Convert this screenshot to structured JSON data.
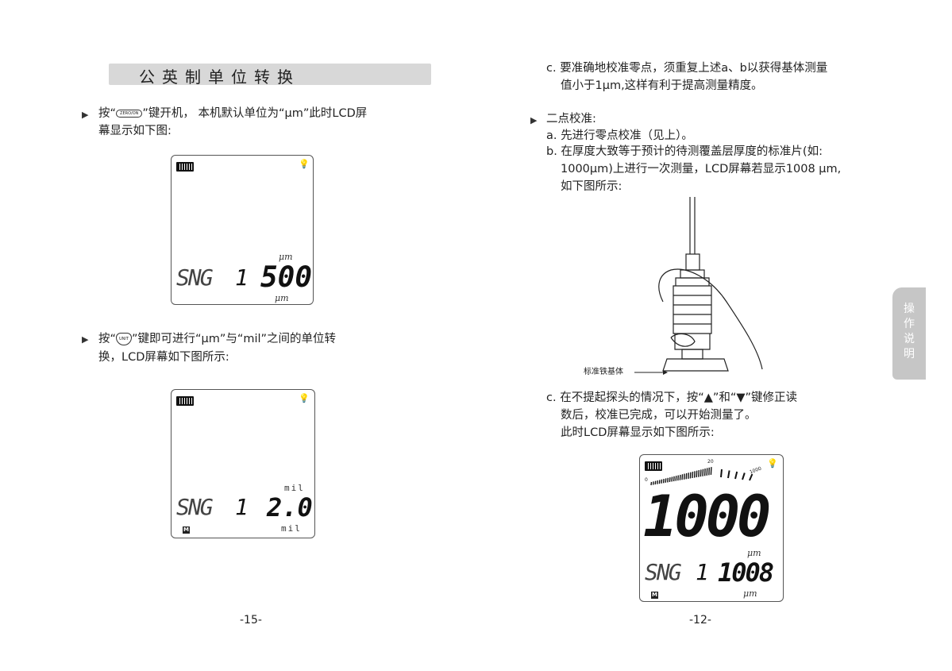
{
  "left_page": {
    "title": "公英制单位转换",
    "bullet1": {
      "line1_pre": "按“",
      "key": "ZERO/ON",
      "line1_post": "”键开机， 本机默认单位为“μm”此时LCD屏",
      "line2": "幕显示如下图:"
    },
    "lcd1": {
      "mode": "SNG",
      "index": "1",
      "value": "500",
      "unit_top": "μm",
      "unit_bottom": "μm"
    },
    "bullet2": {
      "line1_pre": "按“",
      "key": "UNIT",
      "line1_post": "”键即可进行“μm”与“mil”之间的单位转",
      "line2": "换，LCD屏幕如下图所示:"
    },
    "lcd2": {
      "mode": "SNG",
      "index": "1",
      "value": "2.0",
      "unit_top": "mil",
      "unit_bottom": "mil",
      "memory": "M"
    },
    "page_number": "-15-"
  },
  "right_page": {
    "c1": {
      "line1": "c. 要准确地校准零点，须重复上述a、b以获得基体测量",
      "line2": "值小于1μm,这样有利于提高测量精度。"
    },
    "section": "二点校准:",
    "a": "a. 先进行零点校准（见上）。",
    "b": {
      "line1": "b. 在厚度大致等于预计的待测覆盖层厚度的标准片(如:",
      "line2": "1000μm)上进行一次测量，LCD屏幕若显示1008 μm,",
      "line3": "如下图所示:"
    },
    "figure_label": "标准铁基体",
    "c2": {
      "line1": "c. 在不提起探头的情况下，按“▲”和“▼”键修正读",
      "line2": "数后，校准已完成，可以开始测量了。",
      "line3": "此时LCD屏幕显示如下图所示:"
    },
    "lcd3": {
      "scale_min": "0",
      "scale_mid": "20",
      "scale_max": "1000",
      "big_value": "1000",
      "unit_mid": "μm",
      "mode": "SNG",
      "index": "1",
      "value": "1008",
      "unit_bottom": "μm",
      "memory": "M"
    },
    "page_number": "-12-"
  },
  "side_tab": {
    "label": "操作说明"
  }
}
